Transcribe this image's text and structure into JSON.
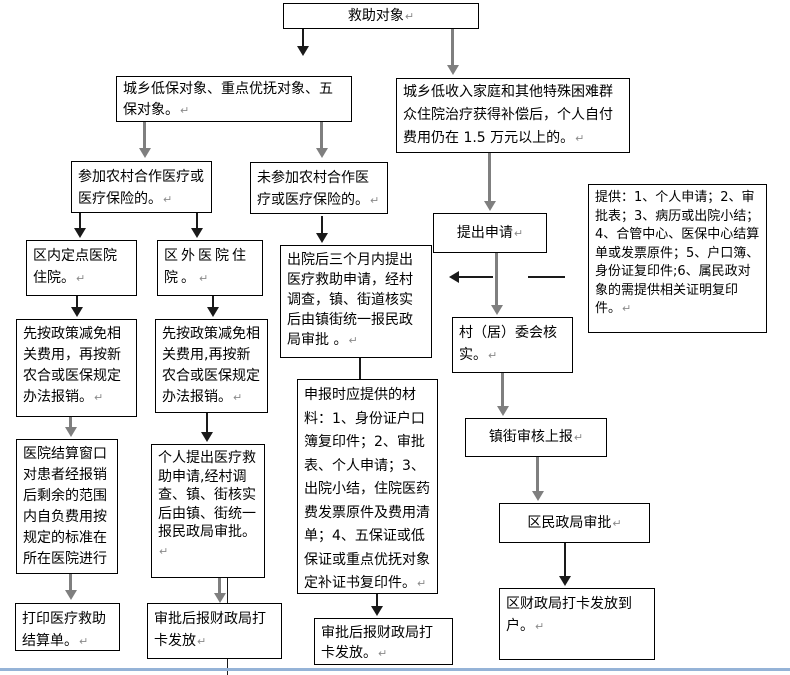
{
  "colors": {
    "box_border": "#000000",
    "arrow_dark": "#1a1a1a",
    "arrow_gray": "#7f7f7f",
    "bottom_rule": "#95b3d7"
  },
  "boxes": [
    {
      "name": "node-aid-recipients",
      "text": "救助对象",
      "mark": "↵"
    },
    {
      "name": "node-dibao-groups",
      "text": "城乡低保对象、重点优抚对象、五保对象。",
      "mark": "↵"
    },
    {
      "name": "node-low-income-family",
      "text": "城乡低收入家庭和其他特殊困难群众住院治疗获得补偿后，个人自付费用仍在 1.5 万元以上的。",
      "mark": "↵"
    },
    {
      "name": "node-joined-rural-coop",
      "text": "参加农村合作医疗或医疗保险的。",
      "mark": "↵"
    },
    {
      "name": "node-not-joined-rural-coop",
      "text": "未参加农村合作医疗或医疗保险的。",
      "mark": "↵"
    },
    {
      "name": "node-in-district-hospital",
      "text": "区内定点医院住院。",
      "mark": "↵"
    },
    {
      "name": "node-out-district-hospital",
      "text": "区外医院住院。",
      "mark": "↵"
    },
    {
      "name": "node-apply-within-3-months",
      "text": "出院后三个月内提出医疗救助申请，经村调查，镇、街道核实后由镇街统一报民政局审批 。",
      "mark": "↵"
    },
    {
      "name": "node-submit-application",
      "text": "提出申请",
      "mark": "↵"
    },
    {
      "name": "note-materials-to-provide",
      "text": "提供：1、个人申请；2、审批表；3、病历或出院小结；4、合管中心、医保中心结算单或发票原件；5、户口簿、身份证复印件;6、属民政对象的需提供相关证明复印件。",
      "mark": "↵"
    },
    {
      "name": "node-village-committee-verify",
      "text": "村（居）委会核实。",
      "mark": "↵"
    },
    {
      "name": "node-policy-reduction-left",
      "text": "先按政策减免相关费用，再按新农合或医保规定办法报销。",
      "mark": "↵"
    },
    {
      "name": "node-policy-reduction-right",
      "text": "先按政策减免相关费用,再按新农合或医保规定办法报销。",
      "mark": "↵"
    },
    {
      "name": "node-hospital-settlement-window",
      "text": "医院结算窗口对患者经报销后剩余的范围内自负费用按规定的标准在所在医院进行",
      "mark": ""
    },
    {
      "name": "node-personal-application",
      "text": "个人提出医疗救助申请,经村调查、镇、街核实后由镇、街统一报民政局审批。",
      "mark": "↵"
    },
    {
      "name": "note-materials-to-declare",
      "text": "申报时应提供的材料：1、身份证户口簿复印件；2、审批表、个人申请；3、出院小结，住院医药费发票原件及费用清单；4、五保证或低保证或重点优抚对象定补证书复印件。",
      "mark": "↵"
    },
    {
      "name": "node-town-review-report",
      "text": "镇街审核上报",
      "mark": "↵"
    },
    {
      "name": "node-district-civil-affairs-approval",
      "text": "区民政局审批",
      "mark": "↵"
    },
    {
      "name": "node-print-settlement-sheet",
      "text": "打印医疗救助结算单。",
      "mark": "↵"
    },
    {
      "name": "node-finance-bureau-card-payment-mid",
      "text": "审批后报财政局打卡发放",
      "mark": "↵"
    },
    {
      "name": "node-finance-bureau-card-payment-right",
      "text": "审批后报财政局打卡发放。",
      "mark": "↵"
    },
    {
      "name": "node-district-finance-pay-to-household",
      "text": "区财政局打卡发放到户。",
      "mark": "↵"
    }
  ]
}
